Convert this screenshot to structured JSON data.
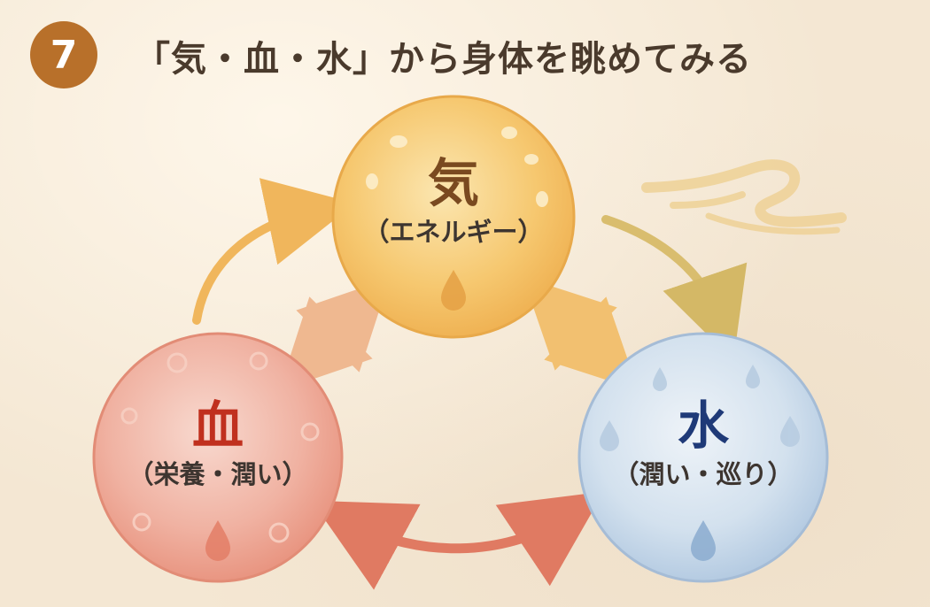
{
  "header": {
    "number": "7",
    "title": "「気・血・水」から身体を眺めてみる"
  },
  "nodes": {
    "ki": {
      "label": "気",
      "sublabel": "（エネルギー）"
    },
    "ketsu": {
      "label": "血",
      "sublabel": "（栄養・潤い）"
    },
    "sui": {
      "label": "水",
      "sublabel": "（潤い・巡り）"
    }
  },
  "colors": {
    "ki_fill": "#f5c46a",
    "ki_text": "#7a4a20",
    "ketsu_fill": "#eea99a",
    "ketsu_text": "#c0301e",
    "sui_fill": "#c9d9ea",
    "sui_text": "#1f3a78",
    "sub_text": "#3d3530",
    "arrow_orange": "#f0b65c",
    "arrow_red": "#e07a62",
    "arrow_olive": "#d9bd6e",
    "badge": "#b8702a"
  }
}
